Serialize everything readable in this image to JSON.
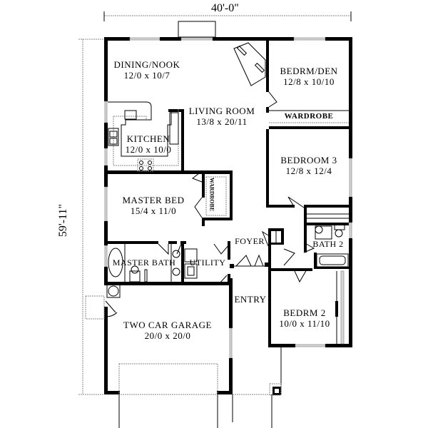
{
  "plan": {
    "overall_width": "40'-0\"",
    "overall_depth": "59'-11\""
  },
  "rooms": {
    "dining": {
      "name": "DINING/NOOK",
      "dims": "12/0 x 10/7"
    },
    "living": {
      "name": "LIVING ROOM",
      "dims": "13/8 x 20/11"
    },
    "kitchen": {
      "name": "KITCHEN",
      "dims": "12/0 x 10/0"
    },
    "bedrm_den": {
      "name": "BEDRM/DEN",
      "dims": "12/8 x 10/10"
    },
    "wardrobe_den": {
      "name": "WARDROBE"
    },
    "bedroom3": {
      "name": "BEDROOM 3",
      "dims": "12/8 x 12/4"
    },
    "master_bed": {
      "name": "MASTER BED",
      "dims": "15/4 x 11/0"
    },
    "wardrobe_master": {
      "name": "WARDROBE"
    },
    "master_bath": {
      "name": "MASTER BATH"
    },
    "utility": {
      "name": "UTILITY"
    },
    "foyer": {
      "name": "FOYER"
    },
    "bath2": {
      "name": "BATH 2"
    },
    "entry": {
      "name": "ENTRY"
    },
    "bedrm2": {
      "name": "BEDRM 2",
      "dims": "10/0 x 11/10"
    },
    "garage": {
      "name": "TWO CAR GARAGE",
      "dims": "20/0 x 20/0"
    }
  }
}
